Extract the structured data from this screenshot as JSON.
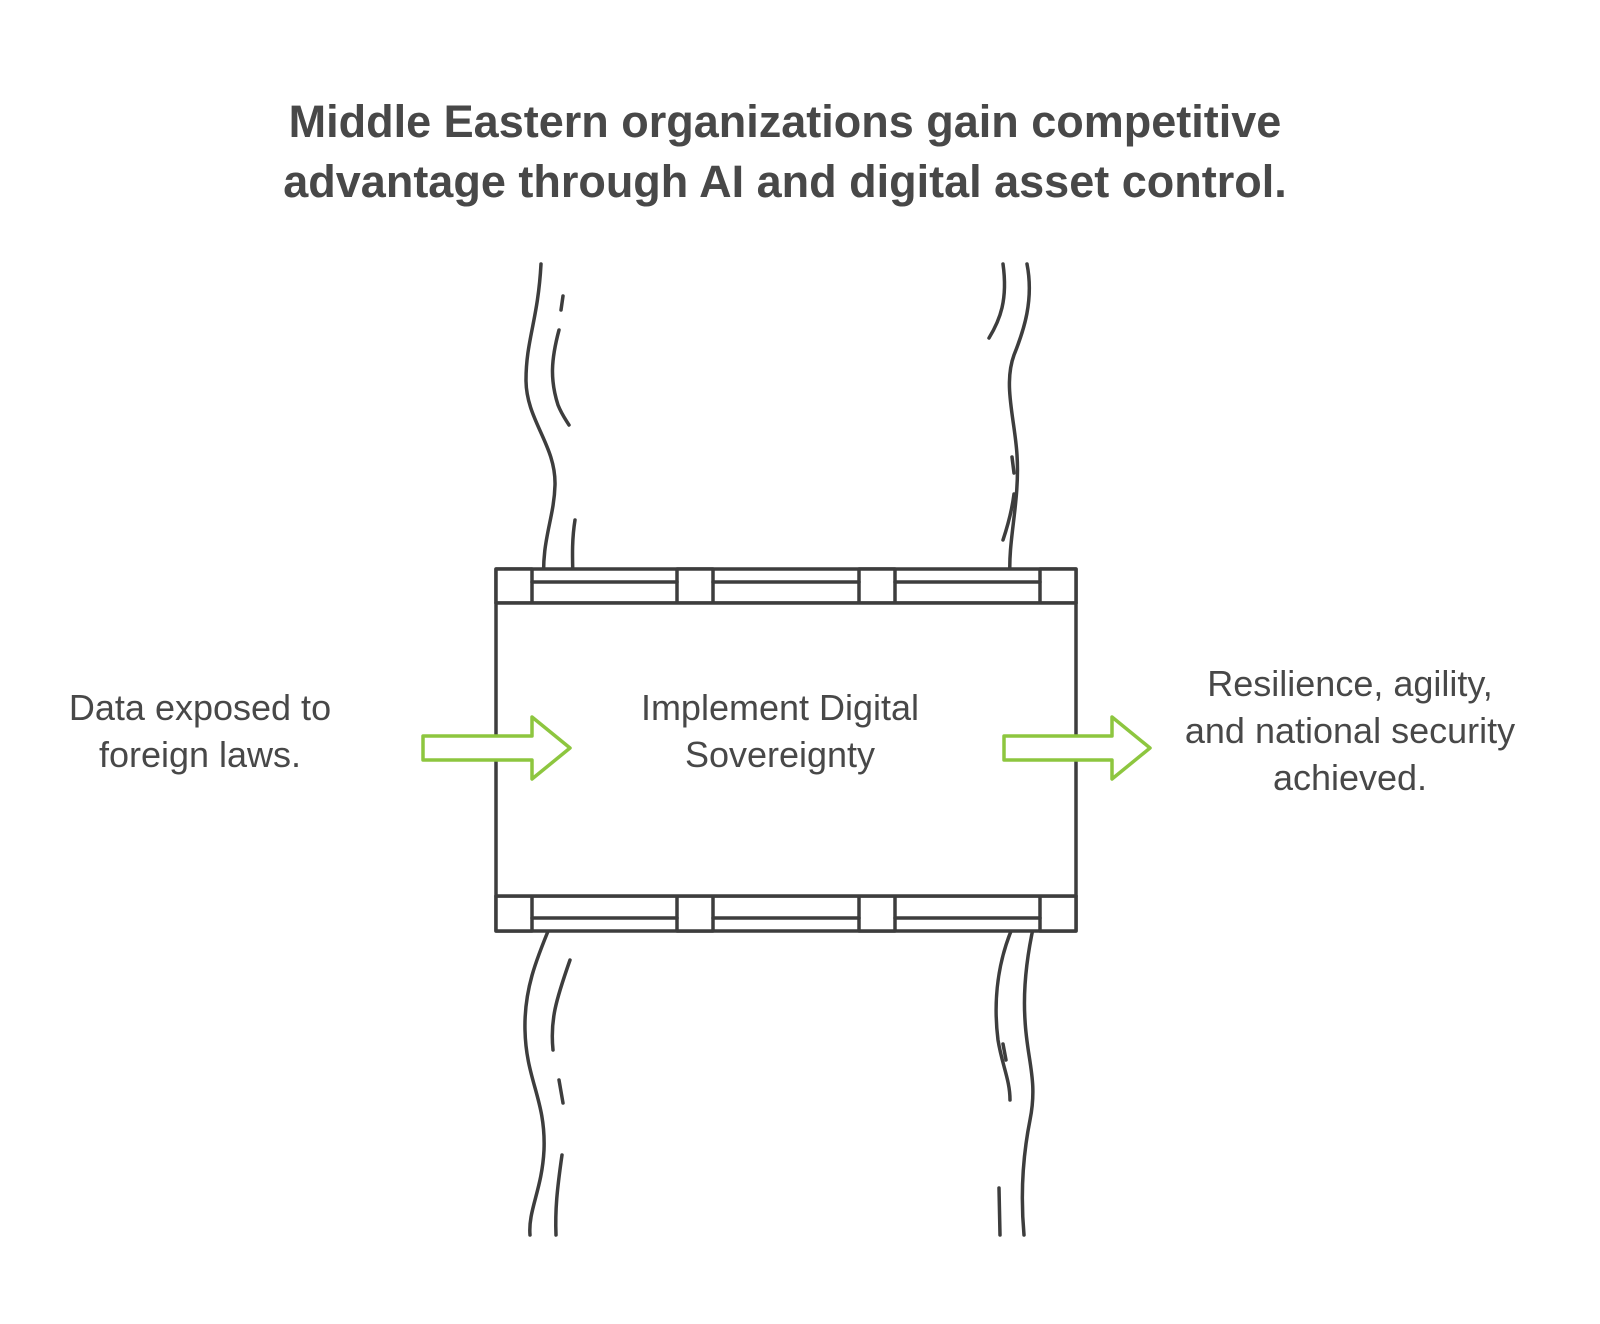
{
  "title": {
    "line1": "Middle Eastern organizations gain competitive",
    "line2": "advantage through AI and digital asset control."
  },
  "input": {
    "line1": "Data exposed to",
    "line2": "foreign laws."
  },
  "process": {
    "line1": "Implement Digital",
    "line2": "Sovereignty"
  },
  "output": {
    "line1": "Resilience, agility,",
    "line2": "and national security",
    "line3": "achieved."
  },
  "colors": {
    "stroke": "#3d3d3d",
    "arrow": "#8dc63f",
    "text": "#484848"
  }
}
